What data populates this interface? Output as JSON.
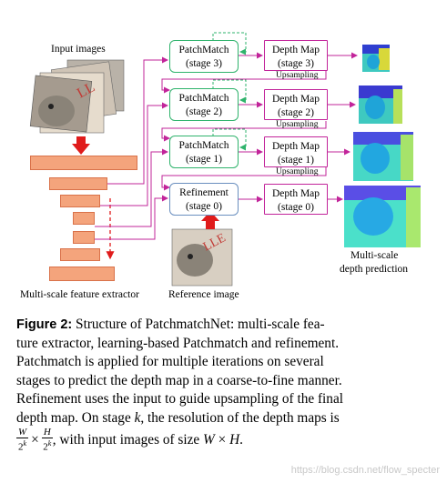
{
  "labels": {
    "input_images": "Input images",
    "feature_extractor": "Multi-scale feature extractor",
    "reference_image": "Reference image",
    "multiscale_pred_1": "Multi-scale",
    "multiscale_pred_2": "depth prediction",
    "upsampling": "Upsampling"
  },
  "stages": [
    {
      "pm_title": "PatchMatch",
      "pm_stage": "(stage 3)",
      "dm_title": "Depth Map",
      "dm_stage": "(stage 3)"
    },
    {
      "pm_title": "PatchMatch",
      "pm_stage": "(stage 2)",
      "dm_title": "Depth Map",
      "dm_stage": "(stage 2)"
    },
    {
      "pm_title": "PatchMatch",
      "pm_stage": "(stage 1)",
      "dm_title": "Depth Map",
      "dm_stage": "(stage 1)"
    },
    {
      "pm_title": "Refinement",
      "pm_stage": "(stage 0)",
      "dm_title": "Depth Map",
      "dm_stage": "(stage 0)"
    }
  ],
  "caption": {
    "label": "Figure 2:",
    "line1_rest": " Structure of PatchmatchNet: multi-scale fea-",
    "line2": "ture extractor, learning-based Patchmatch and refinement.",
    "line3": "Patchmatch is applied for multiple iterations on several",
    "line4": "stages to predict the depth map in a coarse-to-fine manner.",
    "line5": "Refinement uses the input to guide upsampling of the final",
    "line6_a": "depth map. On stage ",
    "line6_k": "k",
    "line6_b": ", the resolution of the depth maps is",
    "line7_a": ", with input images of size ",
    "line7_W": "W",
    "line7_x": " × ",
    "line7_H": "H",
    "line7_end": ".",
    "frac_W": "W",
    "frac_den": "2",
    "frac_sup": "k",
    "frac_H": "H",
    "times": "×"
  },
  "watermark": "https://blog.csdn.net/flow_specter",
  "colors": {
    "patchmatch_border": "#2fb36c",
    "depthmap_border": "#c2249a",
    "refinement_border": "#6a8fbf",
    "pyramid_fill": "#f4a47c",
    "arrow_red": "#e01b1b"
  }
}
